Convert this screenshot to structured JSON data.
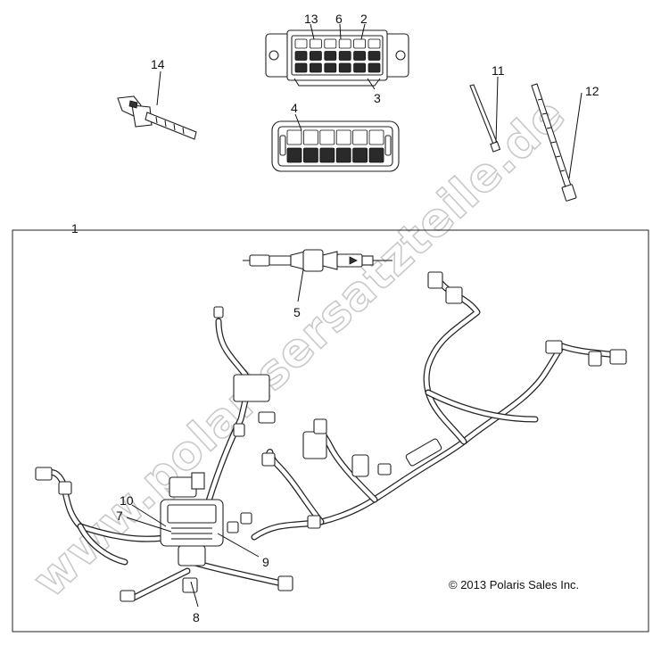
{
  "callouts": {
    "c1": "1",
    "c2": "2",
    "c3": "3",
    "c4": "4",
    "c5": "5",
    "c6": "6",
    "c7": "7",
    "c8": "8",
    "c9": "9",
    "c10": "10",
    "c11": "11",
    "c12": "12",
    "c13": "13",
    "c14": "14"
  },
  "copyright": "© 2013 Polaris Sales Inc.",
  "watermark": "www.polarisersatzteile.de",
  "colors": {
    "ink": "#111111",
    "watermark": "#c9c9c9",
    "background": "#ffffff"
  }
}
